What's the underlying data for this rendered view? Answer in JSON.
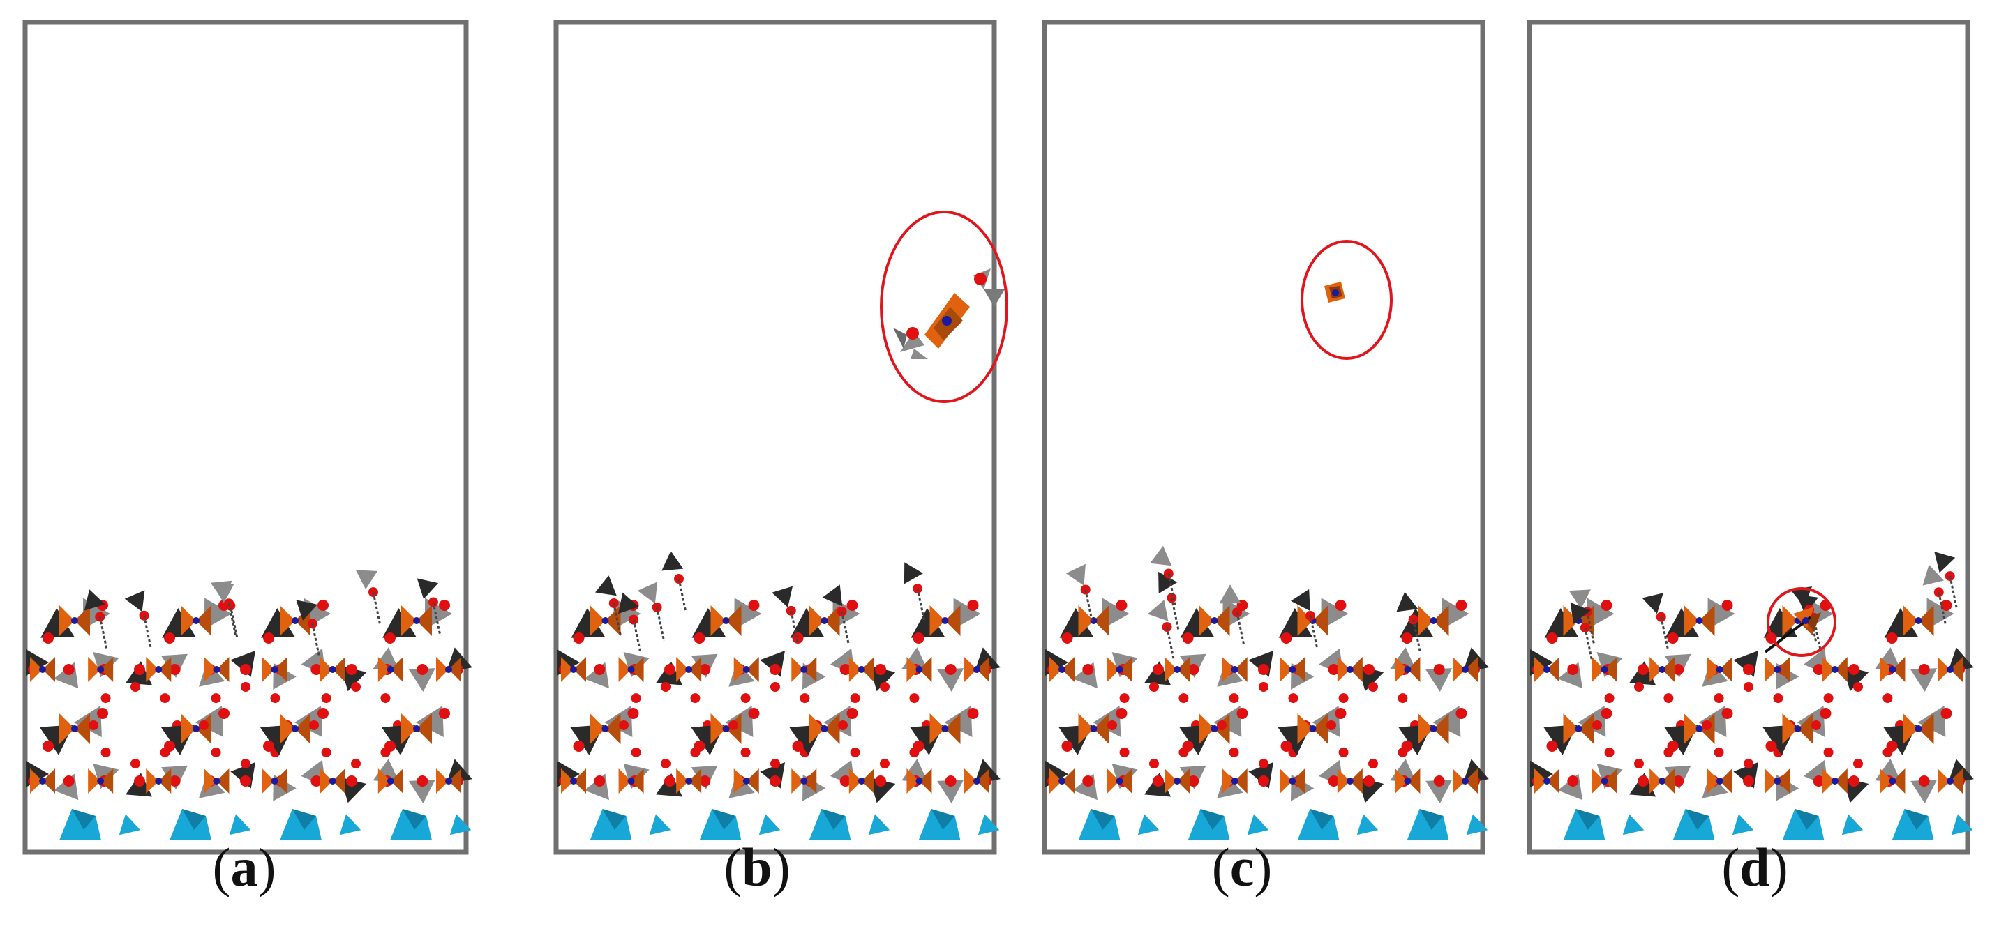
{
  "figure": {
    "panels": [
      {
        "id": "a",
        "label": "a",
        "structure": "slab"
      },
      {
        "id": "b",
        "label": "b",
        "structure": "slab",
        "highlight": "molecule"
      },
      {
        "id": "c",
        "label": "c",
        "structure": "slab",
        "highlight": "cluster"
      },
      {
        "id": "d",
        "label": "d",
        "structure": "slab",
        "highlight": "surface-site"
      }
    ],
    "colors": {
      "frame": "#707070",
      "highlight": "#e0161c",
      "oxygen": "#e01010",
      "center": "#1a1aa0",
      "polyhedron": "#e0620e",
      "gray_tetra": "#8c8c8c",
      "dark_tetra": "#2a2a2a",
      "base_tetra": "#18a8d8"
    }
  }
}
